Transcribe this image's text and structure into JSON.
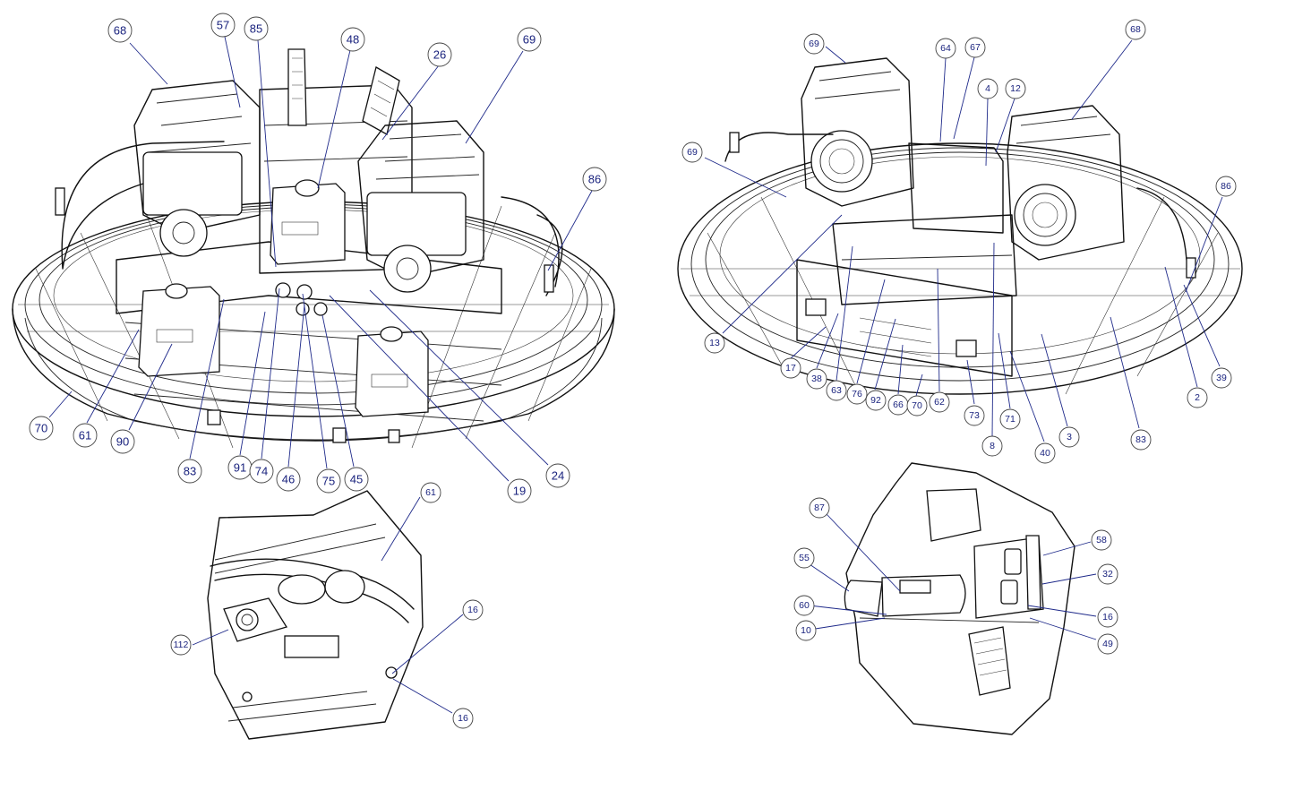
{
  "callouts": {
    "topLeft": [
      "68",
      "57",
      "85",
      "48",
      "26",
      "69",
      "86",
      "70",
      "61",
      "90",
      "83",
      "91",
      "74",
      "46",
      "75",
      "45",
      "19",
      "24"
    ],
    "topRight": [
      "69",
      "64",
      "67",
      "4",
      "12",
      "68",
      "69",
      "86",
      "13",
      "17",
      "38",
      "63",
      "76",
      "92",
      "66",
      "70",
      "62",
      "73",
      "8",
      "71",
      "40",
      "3",
      "83",
      "2",
      "39"
    ],
    "bottomLeft": [
      "61",
      "112",
      "16",
      "16"
    ],
    "bottomRight": [
      "87",
      "55",
      "60",
      "10",
      "58",
      "32",
      "16",
      "49"
    ]
  },
  "colors": {
    "label": "#1a237e",
    "line": "#111111",
    "background": "#ffffff"
  }
}
